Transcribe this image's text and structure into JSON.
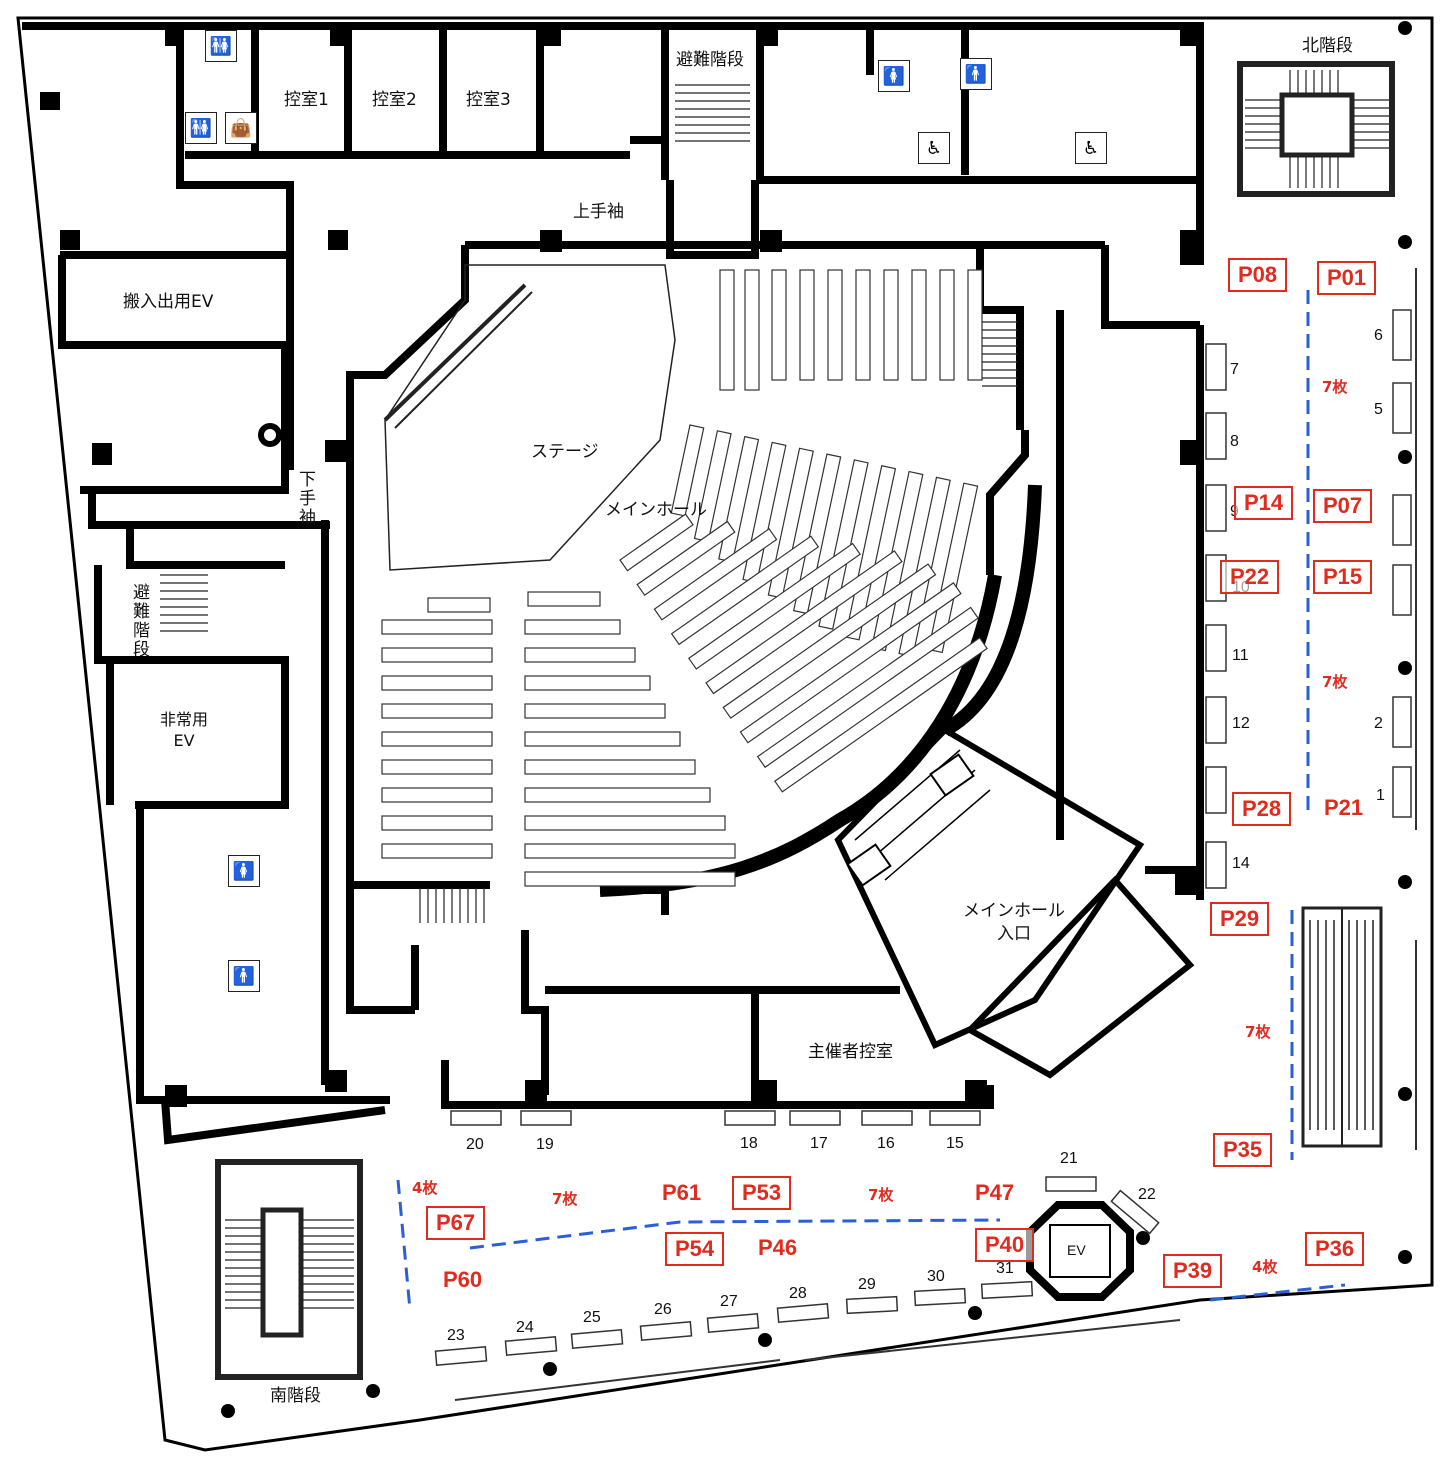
{
  "rooms": {
    "hikae1": "控室1",
    "hikae2": "控室2",
    "hikae3": "控室3",
    "hinan_top": "避難階段",
    "kita_kaidan": "北階段",
    "kamite": "上手袖",
    "hannyu_ev": "搬入出用EV",
    "stage": "ステージ",
    "main_hall": "メインホール",
    "shimote": "下手袖",
    "hinan_left": "避難階段",
    "hijou_ev": "非常用EV",
    "main_entrance": "メインホール入口",
    "shusai": "主催者控室",
    "minami_kaidan": "南階段",
    "ev": "EV"
  },
  "panel_numbers": [
    "1",
    "2",
    "5",
    "6",
    "7",
    "8",
    "9",
    "10",
    "11",
    "12",
    "14",
    "15",
    "16",
    "17",
    "18",
    "19",
    "20",
    "21",
    "22",
    "23",
    "24",
    "25",
    "26",
    "27",
    "28",
    "29",
    "30",
    "31"
  ],
  "positions": {
    "boxed": [
      "P01",
      "P07",
      "P08",
      "P14",
      "P15",
      "P22",
      "P28",
      "P29",
      "P35",
      "P36",
      "P39",
      "P40",
      "P53",
      "P54",
      "P67"
    ],
    "plain": [
      "P21",
      "P46",
      "P47",
      "P60",
      "P61"
    ]
  },
  "counts": {
    "c1": "7枚",
    "c2": "7枚",
    "c3": "7枚",
    "c4": "4枚",
    "c5": "7枚",
    "c6": "7枚",
    "c7": "4枚"
  },
  "icons": [
    "restroom-icon",
    "female-restroom-icon",
    "male-restroom-icon",
    "wheelchair-icon",
    "baby-care-icon",
    "toilet-icon"
  ],
  "colors": {
    "walls": "#000000",
    "position_labels": "#e02b1f",
    "route_line": "#2b5fd9"
  }
}
